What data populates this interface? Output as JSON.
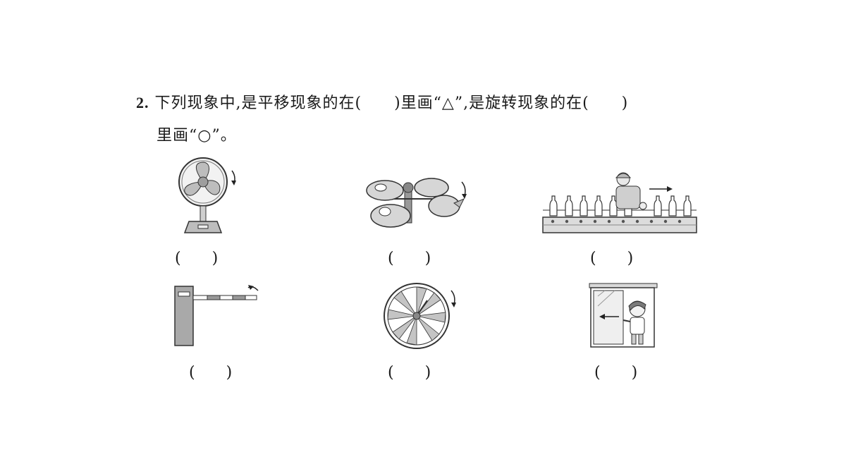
{
  "question": {
    "number": "2.",
    "line1": "下列现象中,是平移现象的在(　　)里画“△”,是旋转现象的在(　　)",
    "line2": "里画“○”。"
  },
  "answer_blank": "(　　)",
  "items": [
    {
      "icon": "electric-fan-icon"
    },
    {
      "icon": "rotating-ride-icon"
    },
    {
      "icon": "conveyor-belt-bottles-icon"
    },
    {
      "icon": "parking-barrier-gate-icon"
    },
    {
      "icon": "spinning-wheel-icon"
    },
    {
      "icon": "sliding-door-icon"
    }
  ]
}
